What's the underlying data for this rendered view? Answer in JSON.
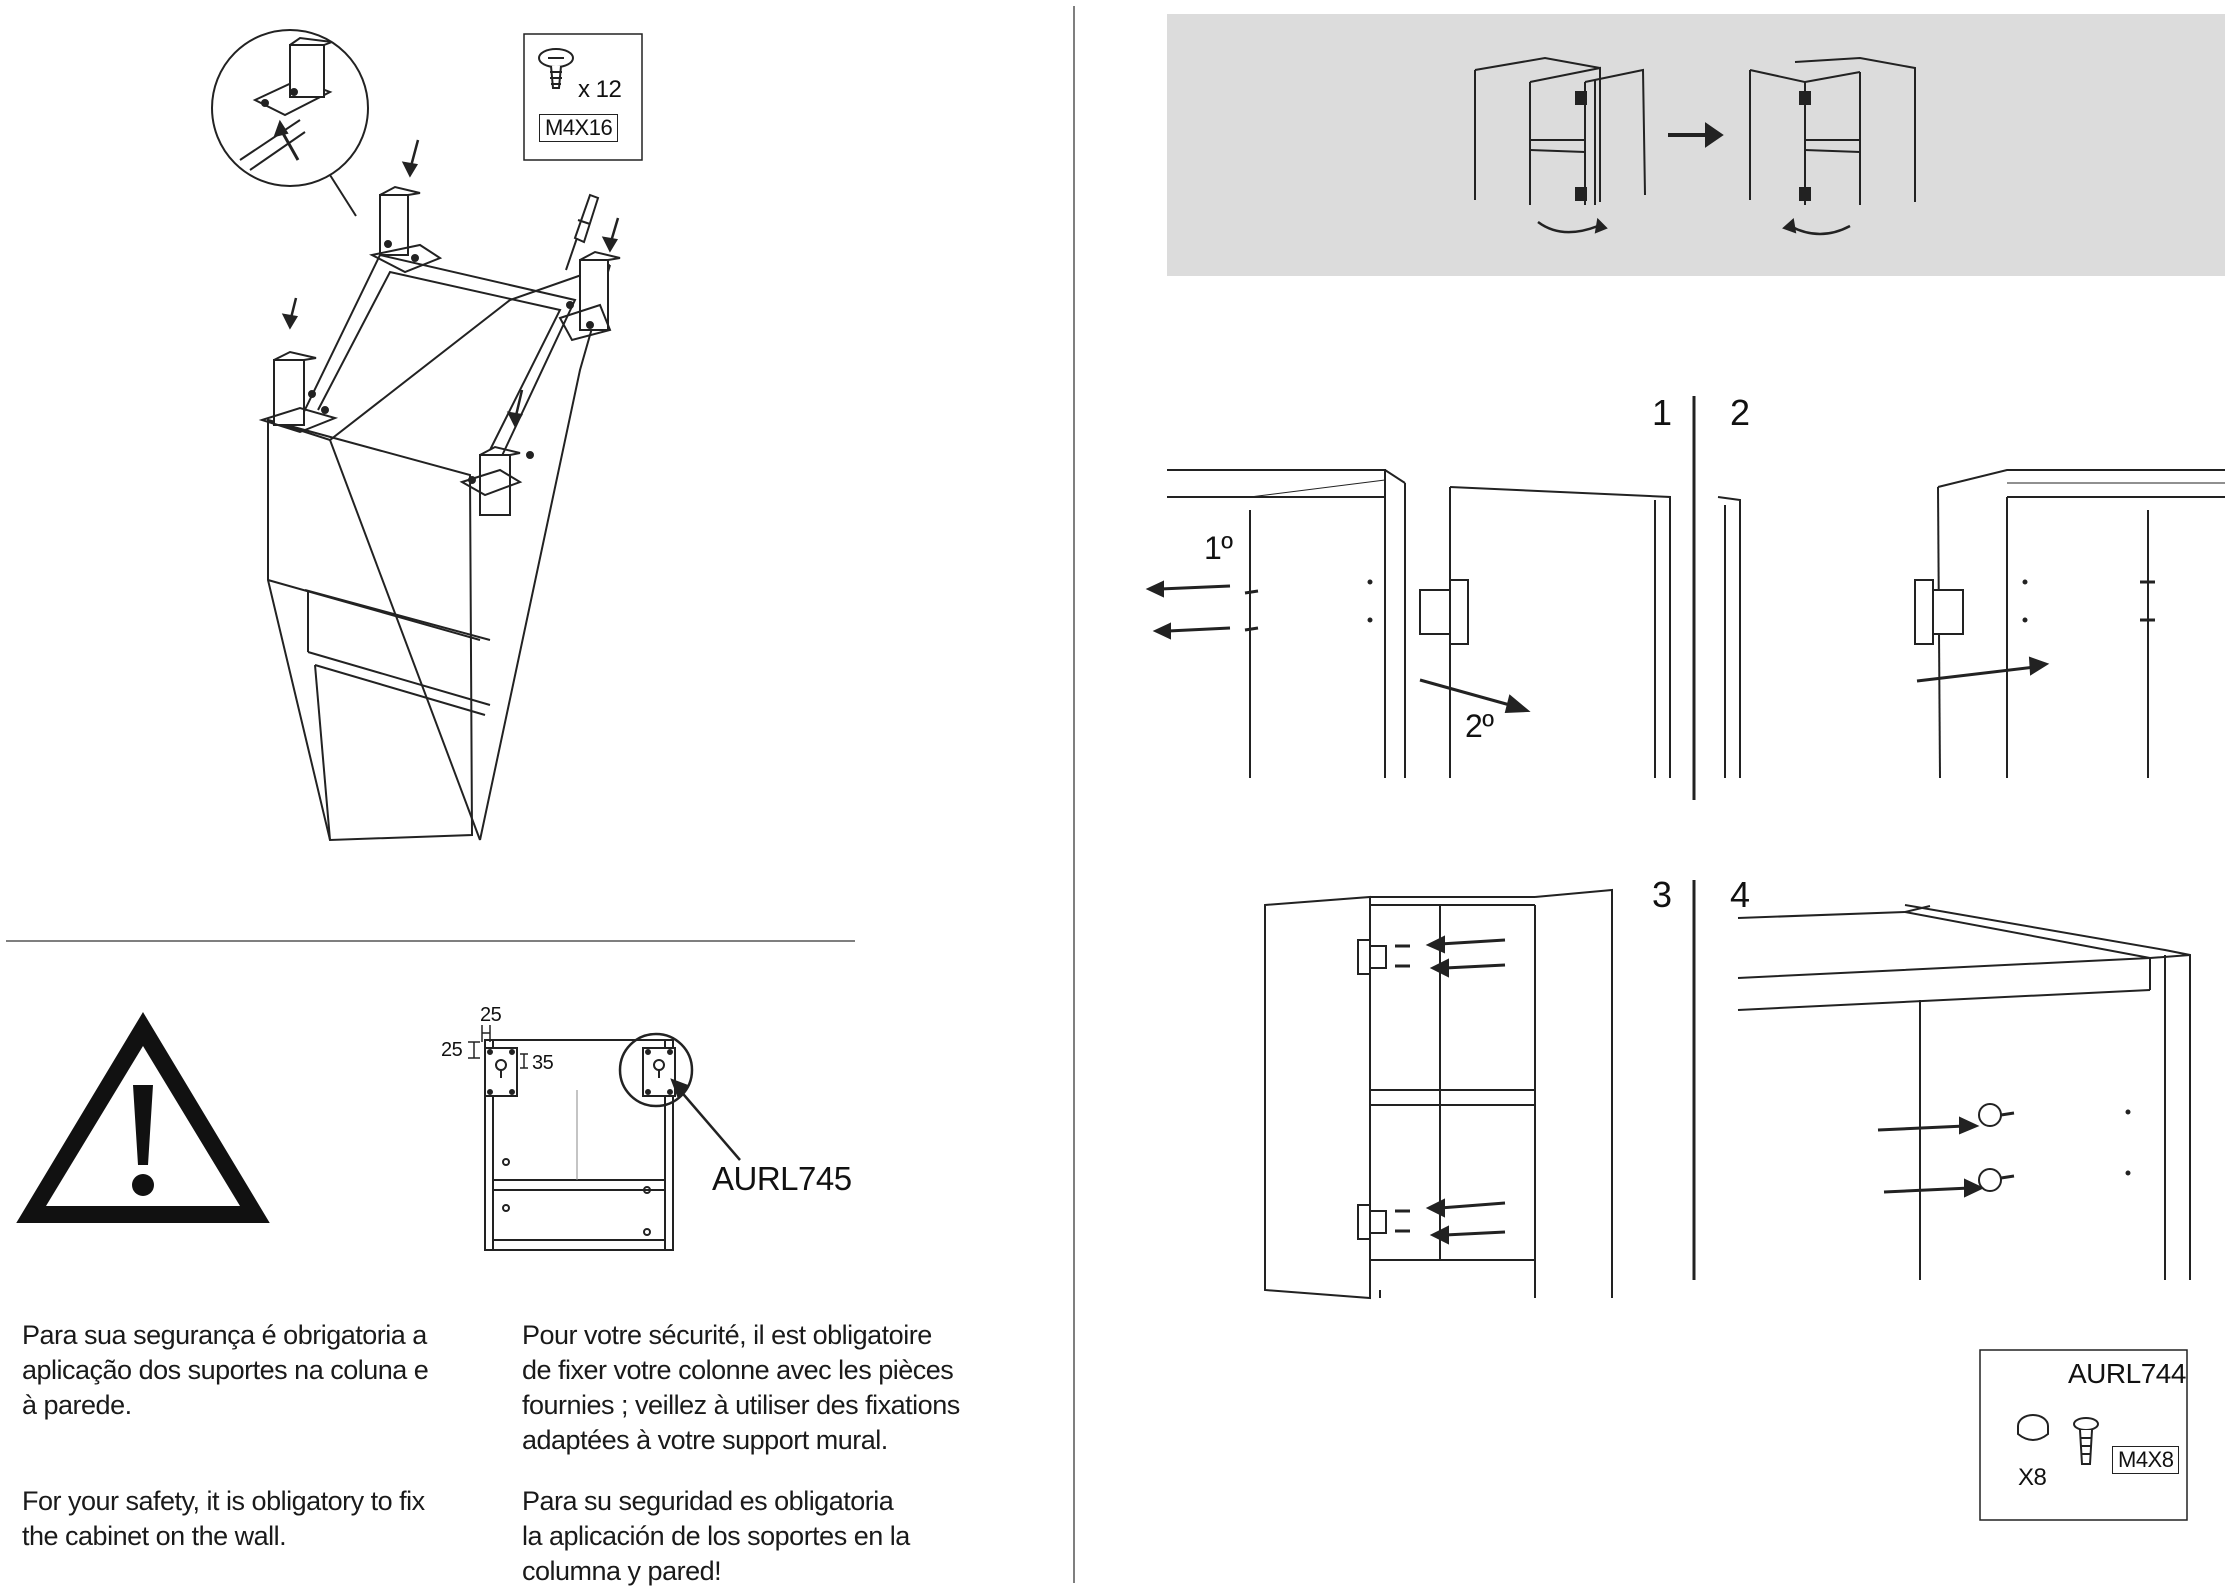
{
  "left_page": {
    "screw_kit": {
      "quantity": "x 12",
      "code": "M4X16"
    },
    "wall_bracket": {
      "dims": [
        "25",
        "25",
        "35"
      ],
      "ref": "AURL745"
    },
    "warning_icon": "warning-triangle-icon",
    "texts": {
      "pt": "Para sua segurança é obrigatoria a\naplicação dos suportes na coluna e\nà parede.",
      "en": "For your safety, it is obligatory to fix\nthe cabinet on the wall.",
      "fr": "Pour votre sécurité, il est obligatoire\nde fixer votre colonne avec les pièces\nfournies ; veillez à utiliser des fixations\nadaptées à votre support mural.",
      "es": "Para su seguridad es obligatoria\nla aplicación de los soportes en la\ncolumna y pared!"
    }
  },
  "right_page": {
    "steps": [
      "1",
      "2",
      "3",
      "4"
    ],
    "order_labels": [
      "1º",
      "2º"
    ],
    "kit": {
      "ref": "AURL744",
      "quantity": "X8",
      "code": "M4X8"
    }
  }
}
